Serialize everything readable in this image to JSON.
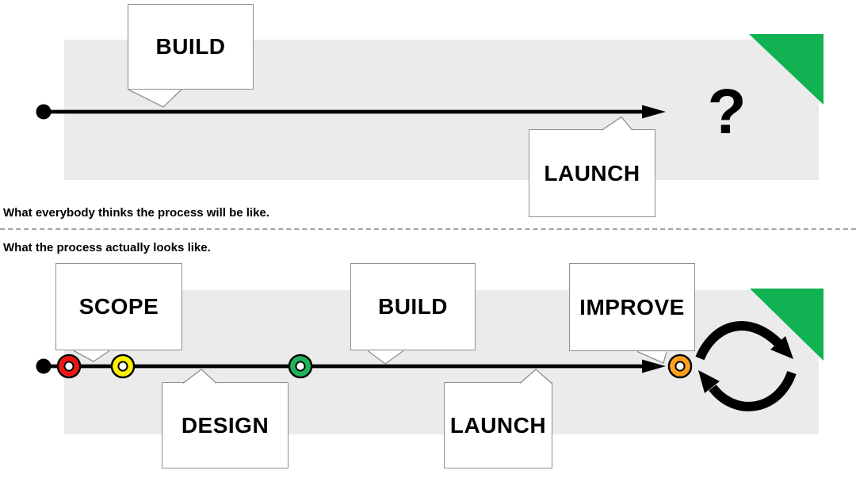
{
  "top_panel": {
    "caption": "What everybody thinks the process will be like.",
    "bubbles": [
      {
        "label": "BUILD"
      },
      {
        "label": "LAUNCH"
      }
    ],
    "end_symbol": "?"
  },
  "bottom_panel": {
    "caption": "What the process actually looks like.",
    "bubbles": [
      {
        "label": "SCOPE"
      },
      {
        "label": "DESIGN"
      },
      {
        "label": "BUILD"
      },
      {
        "label": "LAUNCH"
      },
      {
        "label": "IMPROVE"
      }
    ],
    "milestones": [
      {
        "name": "scope",
        "color": "#f21313"
      },
      {
        "name": "design",
        "color": "#fff000"
      },
      {
        "name": "build",
        "color": "#1db45a"
      },
      {
        "name": "improve",
        "color": "#ffa01a"
      }
    ]
  },
  "colors": {
    "band": "#ebebeb",
    "corner_green": "#10b251",
    "line": "#000000",
    "bubble_border": "#8f8f8f",
    "divider": "#a3a3a3"
  }
}
